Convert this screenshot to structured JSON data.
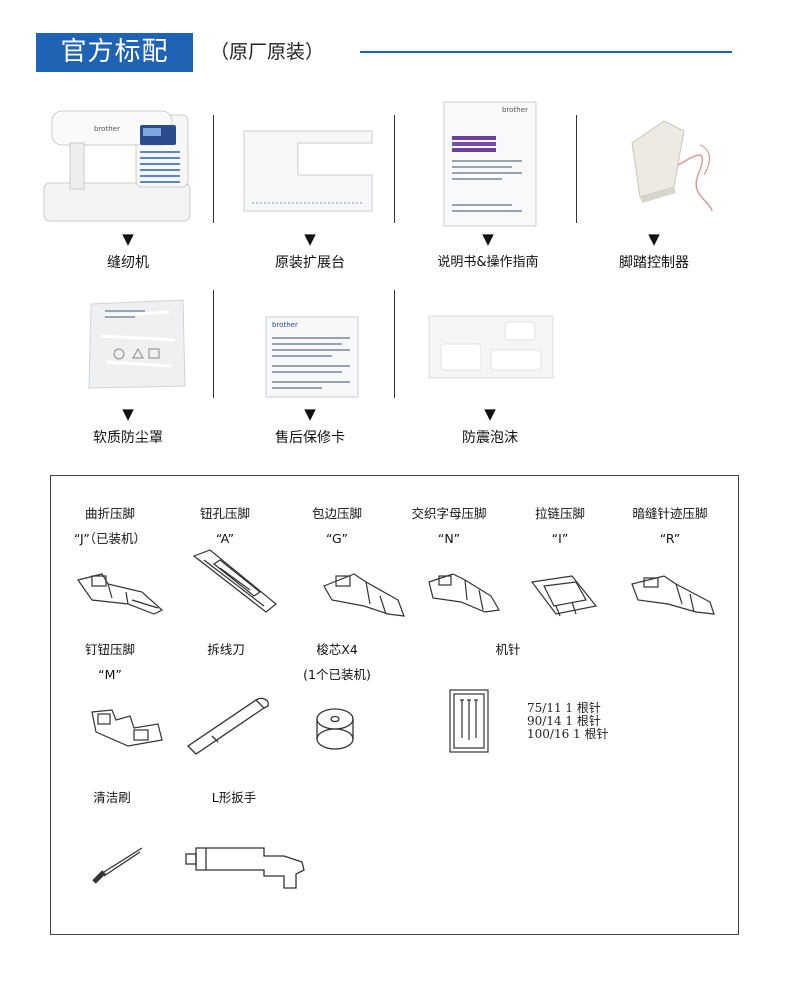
{
  "header": {
    "title": "官方标配",
    "subtitle": "（原厂原装）"
  },
  "colors": {
    "accent": "#1f63b5"
  },
  "arrow_glyph": "▼",
  "row1": [
    {
      "label": "缝纫机",
      "icon": "sewing-machine-image"
    },
    {
      "label": "原装扩展台",
      "icon": "extension-table-image"
    },
    {
      "label": "说明书&操作指南",
      "icon": "manual-image"
    },
    {
      "label": "脚踏控制器",
      "icon": "foot-controller-image"
    }
  ],
  "row2": [
    {
      "label": "软质防尘罩",
      "icon": "dust-cover-image"
    },
    {
      "label": "售后保修卡",
      "icon": "warranty-card-image"
    },
    {
      "label": "防震泡沫",
      "icon": "foam-image"
    }
  ],
  "images_text": {
    "brand": "brother"
  },
  "accessories": {
    "zigzag": {
      "name": "曲折压脚",
      "code": "“J”（已装机）"
    },
    "buttonhole": {
      "name": "钮孔压脚",
      "code": "“A”"
    },
    "overcast": {
      "name": "包边压脚",
      "code": "“G”"
    },
    "monogram": {
      "name": "交织字母压脚",
      "code": "“N”"
    },
    "zipper": {
      "name": "拉链压脚",
      "code": "“I”"
    },
    "blindstitch": {
      "name": "暗缝针迹压脚",
      "code": "“R”"
    },
    "button_fitting": {
      "name": "钉钮压脚",
      "code": "“M”"
    },
    "seam_ripper": {
      "name": "拆线刀"
    },
    "bobbin": {
      "name": "梭芯X4",
      "note": "(1个已装机)"
    },
    "needles": {
      "name": "机针",
      "lines": [
        "75/11 1 根针",
        "90/14 1 根针",
        "100/16 1 根针"
      ]
    },
    "brush": {
      "name": "清洁刷"
    },
    "wrench": {
      "name": "L形扳手"
    }
  }
}
